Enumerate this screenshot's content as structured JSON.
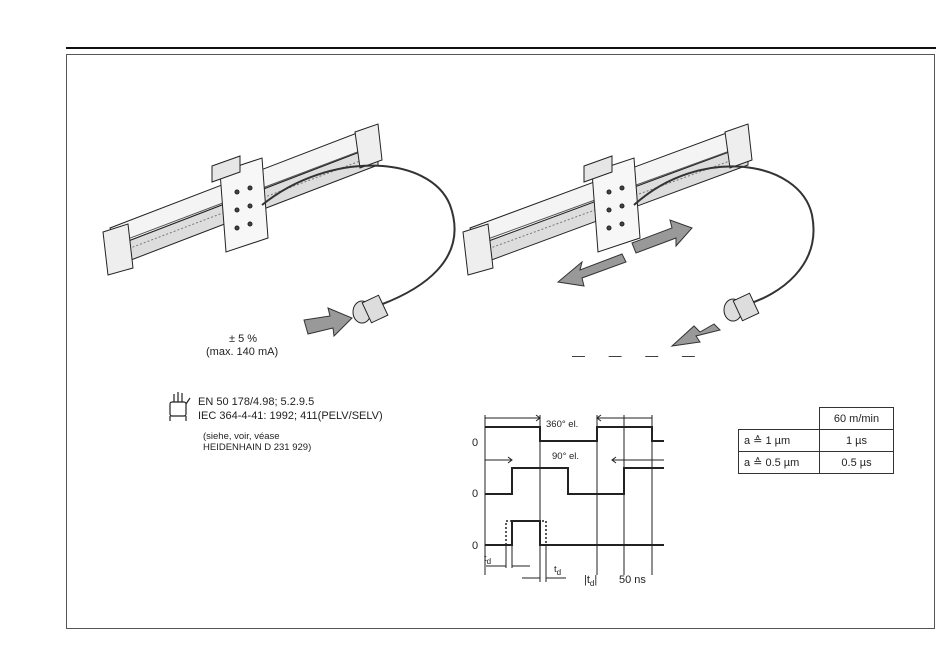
{
  "left_panel": {
    "tolerance": "± 5 %",
    "max_current": "(max. 140 mA)"
  },
  "standards": {
    "line1": "EN 50 178/4.98; 5.2.9.5",
    "line2": "IEC 364-4-41: 1992; 411(PELV/SELV)",
    "ref_line1": "(siehe,        voir,          véase",
    "ref_line2": "HEIDENHAIN D 231 929)"
  },
  "right_panel": {
    "dashes": "— — — —"
  },
  "timing": {
    "label_360": "360° el.",
    "label_90": "90° el.",
    "zero_1": "0",
    "zero_2": "0",
    "zero_3": "0",
    "td_left": "t",
    "td_left_sub": "d",
    "td_right": "t",
    "td_right_sub": "d",
    "td_abs_label": "|t",
    "td_abs_sub": "d",
    "td_abs_close": "|",
    "td_value": "50 ns"
  },
  "speed_table": {
    "header": "60 m/min",
    "rows": [
      {
        "label": "a ≙ 1  µm",
        "value": "1 µs"
      },
      {
        "label": "a ≙ 0.5 µm",
        "value": "0.5 µs"
      }
    ]
  }
}
